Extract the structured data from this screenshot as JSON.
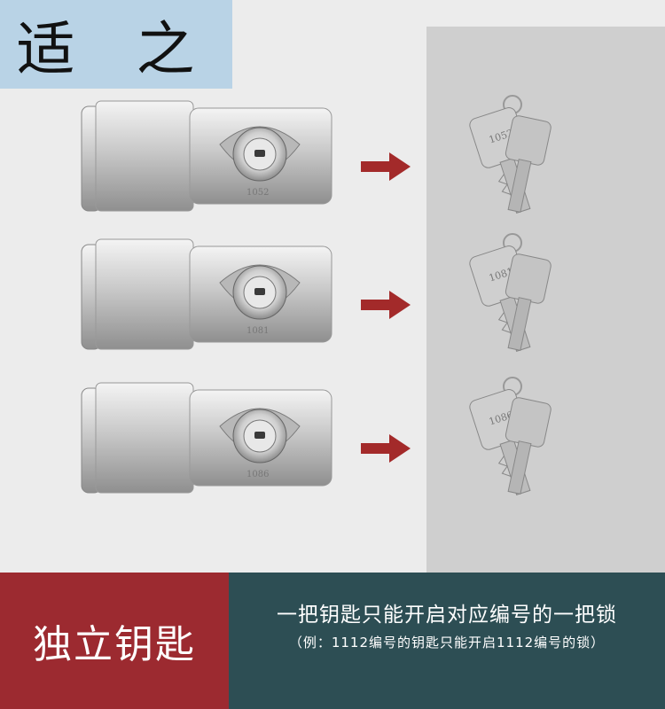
{
  "brand": {
    "text": "适 之"
  },
  "rows": [
    {
      "key_number": "1052"
    },
    {
      "key_number": "1081"
    },
    {
      "key_number": "1086"
    }
  ],
  "banner": {
    "title": "独立钥匙",
    "line1": "一把钥匙只能开启对应编号的一把锁",
    "line2": "（例：1112编号的钥匙只能开启1112编号的锁）"
  },
  "colors": {
    "brand_bg": "#b9d3e6",
    "arrow": "#a32a2a",
    "banner_left": "#9c2a30",
    "banner_right": "#2d4e54"
  }
}
